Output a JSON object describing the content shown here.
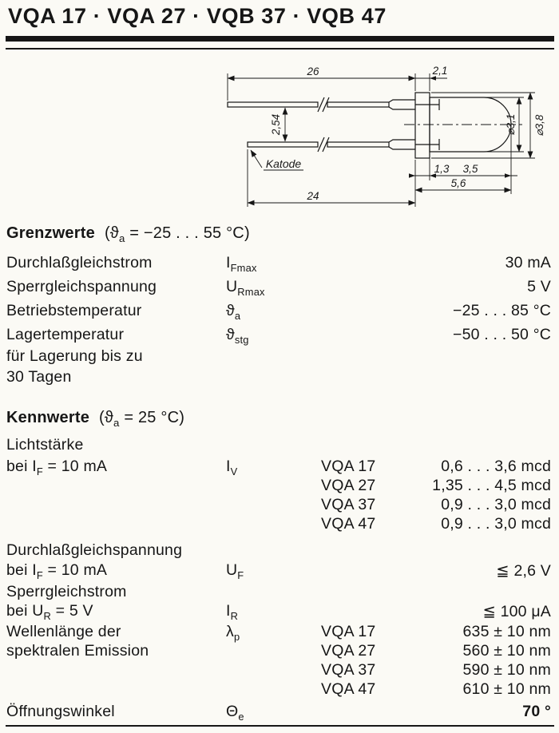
{
  "title": "VQA 17 · VQA 27 · VQB 37 · VQB 47",
  "drawing": {
    "dim_lead_top": "26",
    "dim_top_right": "2,1",
    "dim_lead_pitch": "2,54",
    "cathode_label": "Katode",
    "dim_lead_bottom": "24",
    "dim_flange_width": "1,3",
    "dim_body_length": "3,5",
    "dim_total_length": "5,6",
    "dia_dome": "⌀3,1",
    "dia_flange": "⌀3,8"
  },
  "grenzwerte": {
    "heading": "Grenzwerte",
    "cond_pre": "(ϑ",
    "cond_sub": "a",
    "cond_post": " = −25 . . . 55 °C)",
    "rows": [
      {
        "label": "Durchlaßgleichstrom",
        "sym": "I",
        "sub": "Fmax",
        "value": "30 mA"
      },
      {
        "label": "Sperrgleichspannung",
        "sym": "U",
        "sub": "Rmax",
        "value": "5 V"
      },
      {
        "label": "Betriebstemperatur",
        "sym": "ϑ",
        "sub": "a",
        "value": "−25 . . . 85 °C"
      },
      {
        "label": "Lagertemperatur",
        "label2": "für Lagerung bis zu",
        "label3": "30 Tagen",
        "sym": "ϑ",
        "sub": "stg",
        "value": "−50 . . . 50 °C"
      }
    ]
  },
  "kennwerte": {
    "heading": "Kennwerte",
    "cond_pre": "(ϑ",
    "cond_sub": "a",
    "cond_post": " = 25 °C)",
    "lichtstaerke": {
      "label1": "Lichtstärke",
      "label2_pre": "bei I",
      "label2_sub": "F",
      "label2_post": " = 10 mA",
      "sym": "I",
      "sym_sub": "V",
      "items": [
        {
          "model": "VQA 17",
          "value": "0,6 . . . 3,6 mcd"
        },
        {
          "model": "VQA 27",
          "value": "1,35 . . . 4,5 mcd"
        },
        {
          "model": "VQA 37",
          "value": "0,9 . . . 3,0 mcd"
        },
        {
          "model": "VQA 47",
          "value": "0,9 . . . 3,0 mcd"
        }
      ]
    },
    "durchlassspannung": {
      "label1": "Durchlaßgleichspannung",
      "label2_pre": "bei I",
      "label2_sub": "F",
      "label2_post": " = 10 mA",
      "sym": "U",
      "sym_sub": "F",
      "value": "≦ 2,6 V"
    },
    "sperrstrom": {
      "label1": "Sperrgleichstrom",
      "label2_pre": "bei U",
      "label2_sub": "R",
      "label2_post": " = 5 V",
      "sym": "I",
      "sym_sub": "R",
      "value": "≦ 100 μA"
    },
    "wellenlaenge": {
      "label1": "Wellenlänge der",
      "label2": "spektralen Emission",
      "sym": "λ",
      "sym_sub": "p",
      "items": [
        {
          "model": "VQA 17",
          "value": "635 ± 10 nm"
        },
        {
          "model": "VQA 27",
          "value": "560 ± 10 nm"
        },
        {
          "model": "VQA 37",
          "value": "590 ± 10 nm"
        },
        {
          "model": "VQA 47",
          "value": "610 ± 10 nm"
        }
      ]
    },
    "oeffnungswinkel": {
      "label": "Öffnungswinkel",
      "sym": "Θ",
      "sym_sub": "e",
      "value": "70 °"
    }
  }
}
